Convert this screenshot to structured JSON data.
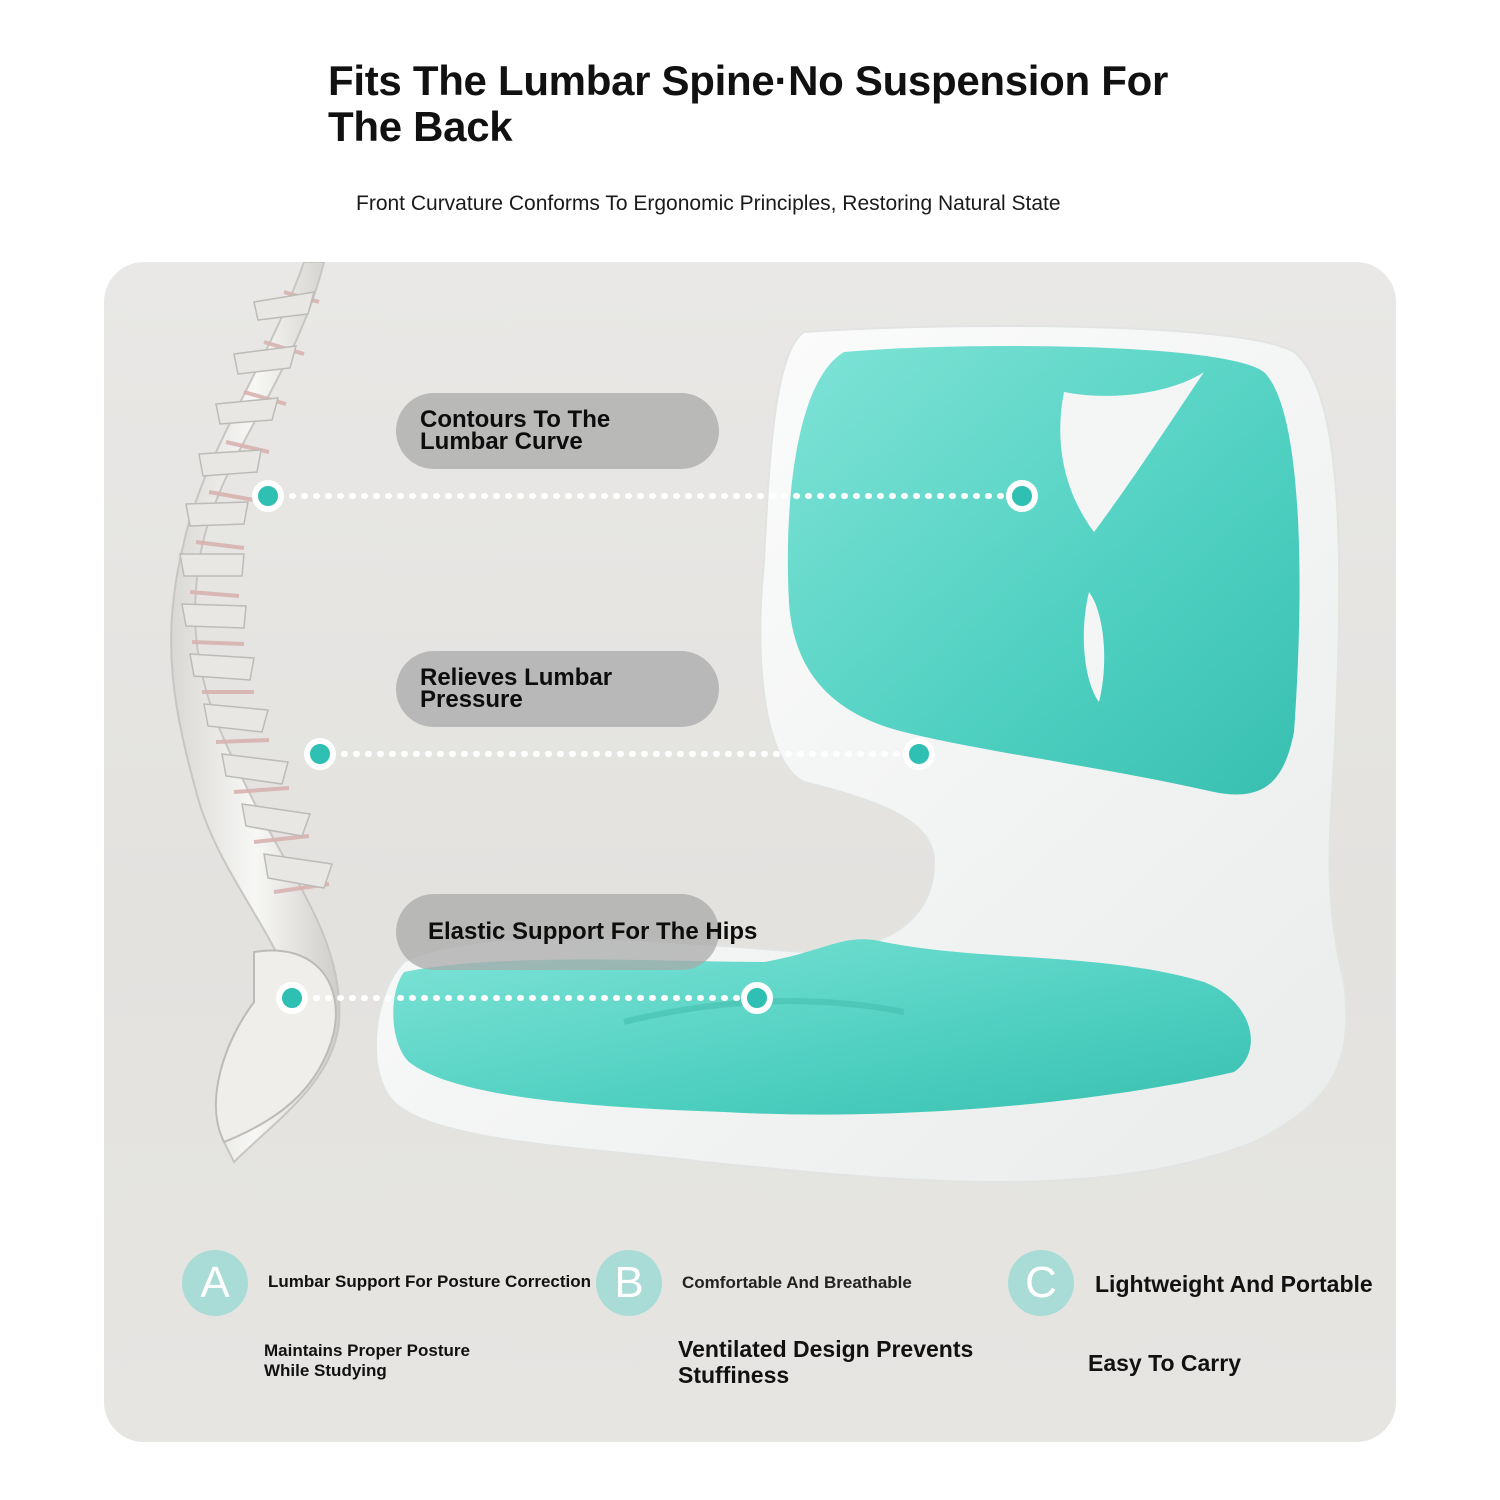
{
  "header": {
    "title": "Fits The Lumbar Spine·No Suspension For The Back",
    "subtitle": "Front Curvature Conforms To Ergonomic Principles, Restoring Natural State"
  },
  "callouts": [
    {
      "label": "Contours To The Lumbar Curve"
    },
    {
      "label": "Relieves Lumbar Pressure"
    },
    {
      "label": "Elastic Support For The Hips"
    }
  ],
  "features": [
    {
      "letter": "A",
      "title": "Lumbar Support For Posture Correction",
      "desc": "Maintains Proper Posture While Studying"
    },
    {
      "letter": "B",
      "title": "Comfortable And Breathable",
      "desc": "Ventilated Design Prevents Stuffiness"
    },
    {
      "letter": "C",
      "title": "Lightweight And Portable",
      "desc": "Easy To Carry"
    }
  ],
  "colors": {
    "accent": "#2fbfb3",
    "cushion": "#5dd6c8",
    "badge": "#a9dcd6",
    "panel": "#e6e5e2"
  }
}
